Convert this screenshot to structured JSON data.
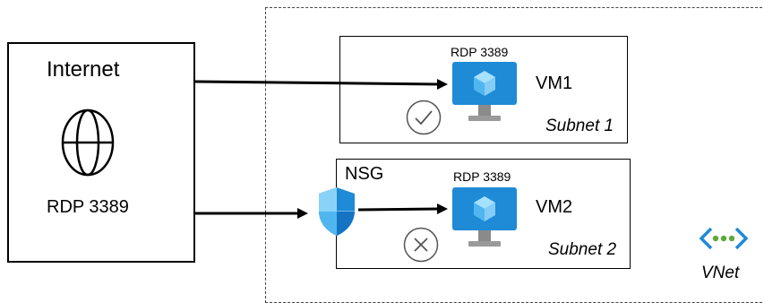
{
  "internet": {
    "title": "Internet",
    "port_label": "RDP 3389",
    "icon": "globe-icon"
  },
  "subnets": [
    {
      "label": "Subnet 1",
      "vm": {
        "name": "VM1",
        "port_label": "RDP 3389",
        "icon": "vm-monitor-icon"
      },
      "status_icon": "check-circle-icon"
    },
    {
      "label": "Subnet 2",
      "vm": {
        "name": "VM2",
        "port_label": "RDP 3389",
        "icon": "vm-monitor-icon"
      },
      "status_icon": "x-circle-icon"
    }
  ],
  "nsg": {
    "label": "NSG",
    "icon": "shield-icon"
  },
  "vnet": {
    "label": "VNet",
    "icon": "vnet-icon"
  },
  "colors": {
    "azure_blue": "#1f8ad6",
    "azure_light": "#50b6f0",
    "vnet_green": "#5ea83a"
  }
}
